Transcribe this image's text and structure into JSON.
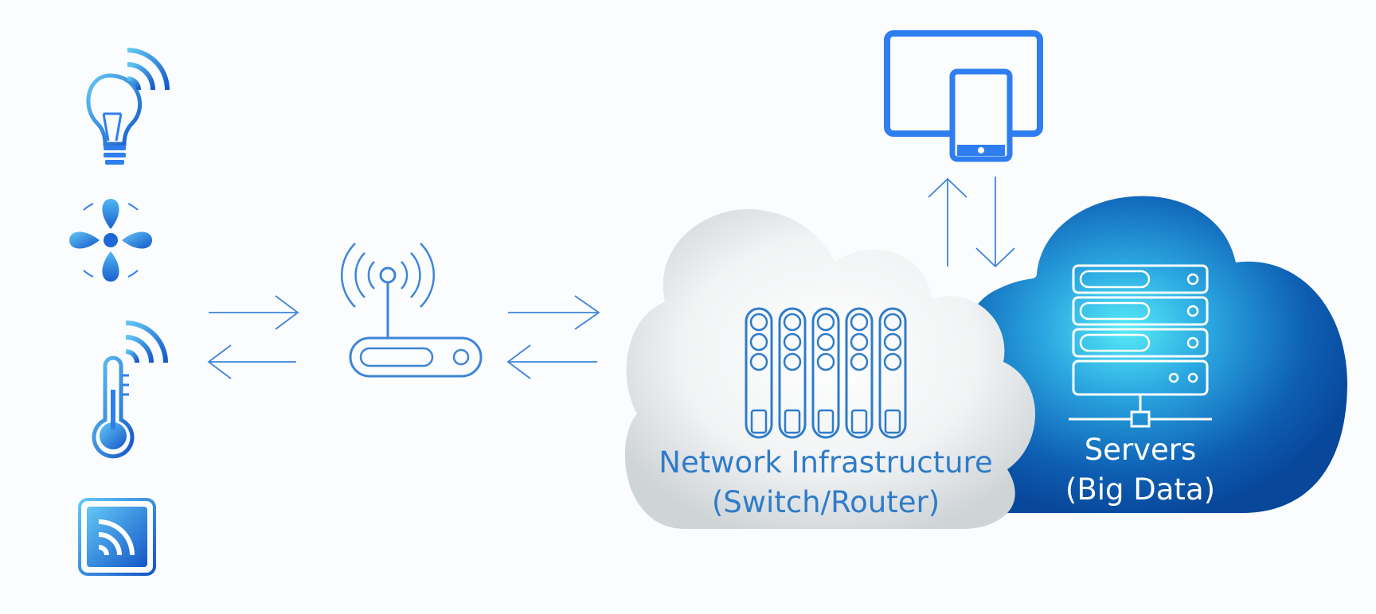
{
  "colors": {
    "background": "#fbfcfd",
    "icon_blue": "#2f7ef0",
    "line_blue": "#3d85d8",
    "label_blue": "#2f7cc8",
    "gray_cloud": "#e3e6e8",
    "blue_cloud": "#0a56a8",
    "server_glow": "#4fe6f6"
  },
  "devices": [
    {
      "icon": "smart-bulb-icon"
    },
    {
      "icon": "fan-icon"
    },
    {
      "icon": "thermometer-icon"
    },
    {
      "icon": "wireless-sensor-icon"
    }
  ],
  "gateway": {
    "icon": "wifi-router-icon"
  },
  "network_cloud": {
    "icon": "switch-rack-icon",
    "label_line1": "Network Infrastructure",
    "label_line2": "(Switch/Router)"
  },
  "servers_cloud": {
    "icon": "server-stack-icon",
    "label_line1": "Servers",
    "label_line2": "(Big Data)"
  },
  "client_devices": {
    "icon": "monitor-tablet-icon"
  }
}
